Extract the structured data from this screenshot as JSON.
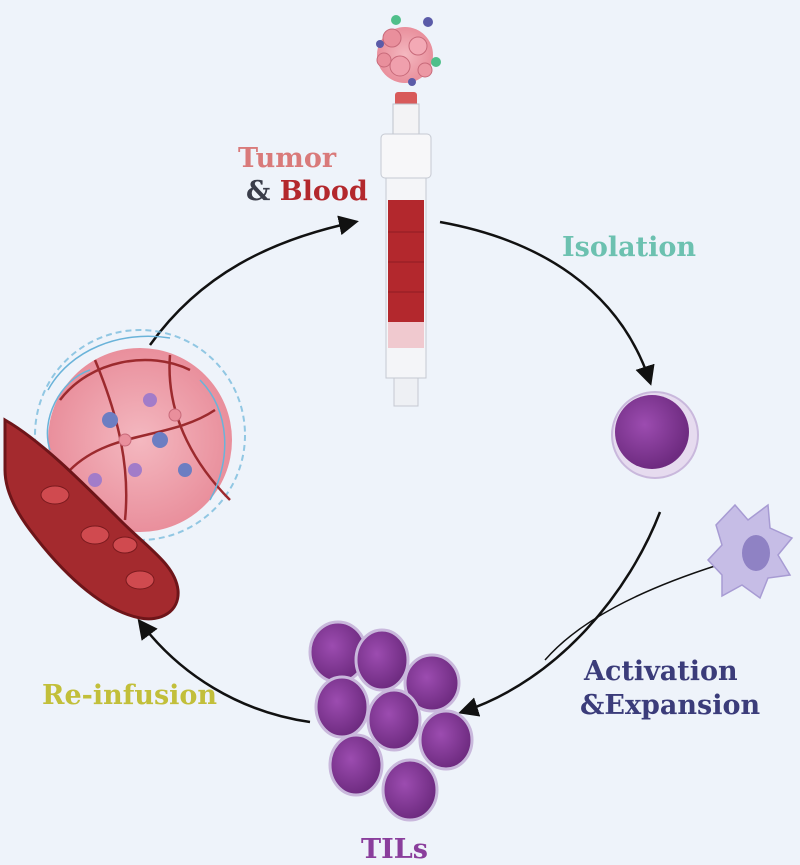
{
  "labels": {
    "tumor": "Tumor",
    "ampersand": "& ",
    "blood": "Blood",
    "isolation": "Isolation",
    "activation": "Activation",
    "expansion": "&Expansion",
    "reinfusion": "Re-infusion",
    "tils": "TILs"
  },
  "colors": {
    "background": "#eef3fa",
    "tumor_text": "#d97a7a",
    "ampersand_text": "#3a3d4a",
    "blood_text": "#b3282d",
    "isolation_text": "#6cc1b0",
    "activation_text": "#3b3c7a",
    "reinfusion_text": "#c2bf3a",
    "tils_text": "#8a3e9c",
    "cell_purple": "#8a3e9c",
    "arrow": "#111111"
  }
}
